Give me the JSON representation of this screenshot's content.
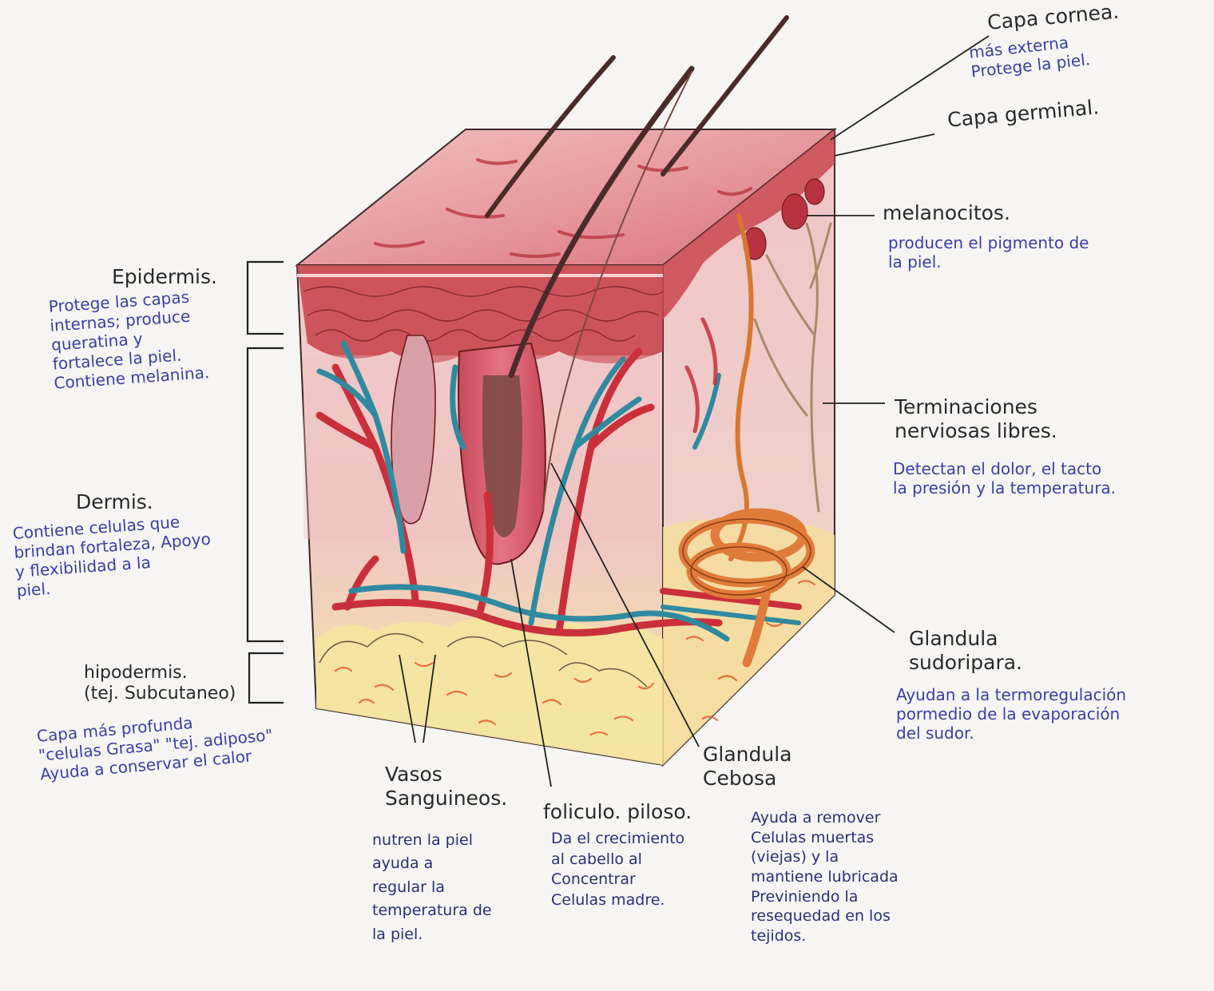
{
  "colors": {
    "paper": "#f6f5f3",
    "ink": "#2a2a2a",
    "blue_ink": "#3b3fa6",
    "skin_top": "#e9a0a4",
    "epidermis": "#c9474f",
    "dermis": "#eec3c3",
    "hypodermis": "#f6e6a6",
    "artery": "#c9303b",
    "vein": "#2f8aa0",
    "gland": "#e07b3a"
  },
  "labels": {
    "capa_cornea": {
      "title": "Capa cornea.",
      "desc": "más externa\nProtege la piel."
    },
    "capa_germinal": {
      "title": "Capa germinal."
    },
    "melanocitos": {
      "title": "melanocitos.",
      "desc": "producen el pigmento de\nla piel."
    },
    "terminaciones": {
      "title": "Terminaciones\nnerviosas libres.",
      "desc": "Detectan el dolor, el tacto\nla presión y la temperatura."
    },
    "glandula_sudoripara": {
      "title": "Glandula\nsudoripara.",
      "desc": "Ayudan a la termoregulación\npormedio de la evaporación\ndel sudor."
    },
    "epidermis": {
      "title": "Epidermis.",
      "desc": "Protege las capas\ninternas; produce\nqueratina y\nfortalece la piel.\nContiene melanina."
    },
    "dermis": {
      "title": "Dermis.",
      "desc": "Contiene celulas que\nbrindan fortaleza, Apoyo\ny flexibilidad a la\npiel."
    },
    "hipodermis": {
      "title": "hipodermis.\n(tej. Subcutaneo)",
      "desc": "Capa más profunda\n\"celulas Grasa\" \"tej. adiposo\"\nAyuda a conservar el calor"
    },
    "vasos": {
      "title": "Vasos\nSanguineos.",
      "desc": "nutren la piel\nayuda a\nregular la\ntemperatura de\nla piel."
    },
    "foliculo": {
      "title": "foliculo. piloso.",
      "desc": "Da el crecimiento\nal cabello al\nConcentrar\nCelulas madre."
    },
    "glandula_cebosa": {
      "title": "Glandula\nCebosa",
      "desc": "Ayuda a remover\nCelulas muertas\n(viejas) y la\nmantiene lubricada\nPreviniendo la\nresequedad en los\ntejidos."
    }
  }
}
